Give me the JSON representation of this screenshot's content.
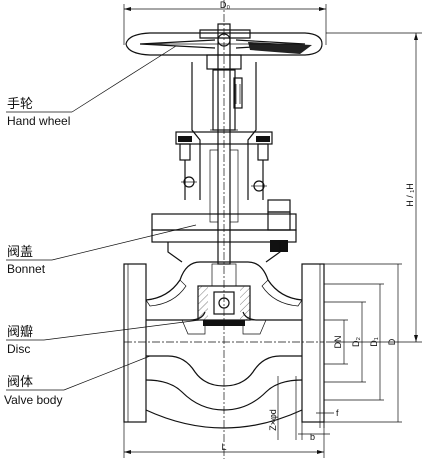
{
  "callouts": [
    {
      "zh": "手轮",
      "en": "Hand wheel"
    },
    {
      "zh": "阀盖",
      "en": "Bonnet"
    },
    {
      "zh": "阀瓣",
      "en": "Disc"
    },
    {
      "zh": "阀体",
      "en": "Valve body"
    }
  ],
  "dimensions": {
    "d0": "D₀",
    "h": "H / ₁H",
    "dn": "DN",
    "d2": "D₂",
    "d1": "D₁",
    "d": "D",
    "zxd": "Z×φd",
    "f": "f",
    "b": "b",
    "l": "L"
  }
}
